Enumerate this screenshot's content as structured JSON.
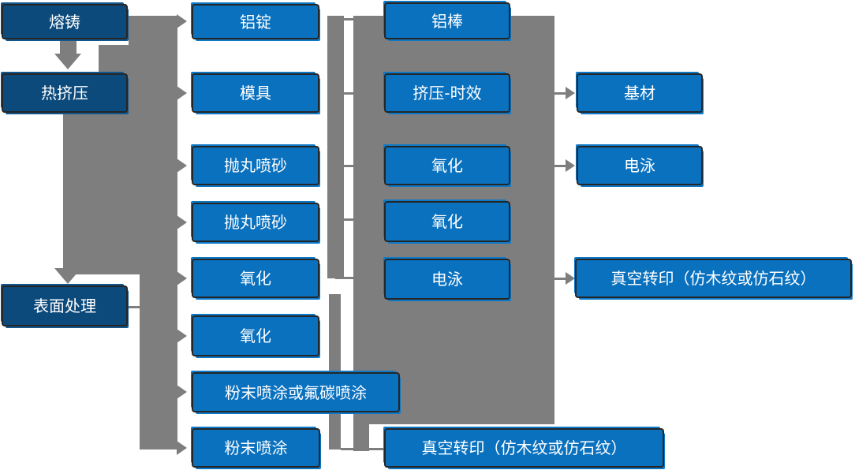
{
  "diagram_type": "flowchart",
  "language": "zh-CN",
  "colors": {
    "process_box_blue": "#0a71bf",
    "stage_box_navy": "#0d4a7c",
    "connector_gray": "#7e7e7e",
    "box_border": "#262626",
    "text": "#ffffff",
    "background": "#ffffff"
  },
  "nodes": {
    "melt_cast": "熔铸",
    "hot_extrusion": "热挤压",
    "surface_treatment": "表面处理",
    "al_ingot": "铝锭",
    "mold": "模具",
    "shot_blasting_1": "抛丸喷砂",
    "shot_blasting_2": "抛丸喷砂",
    "oxidation_1": "氧化",
    "oxidation_2": "氧化",
    "powder_or_fluorocarbon": "粉末喷涂或氟碳喷涂",
    "powder_coating": "粉末喷涂",
    "al_rod": "铝棒",
    "extrusion_aging": "挤压-时效",
    "oxidation_3": "氧化",
    "oxidation_4": "氧化",
    "electrophoresis_1": "电泳",
    "vacuum_transfer_1": "真空转印（仿木纹或仿石纹）",
    "base_material": "基材",
    "electrophoresis_2": "电泳",
    "vacuum_transfer_2": "真空转印（仿木纹或仿石纹）"
  },
  "edges": [
    {
      "from": "melt_cast",
      "to": "hot_extrusion",
      "style": "thick-arrow-down"
    },
    {
      "from": "hot_extrusion",
      "to": "surface_treatment",
      "style": "thick-arrow-down"
    },
    {
      "from": "melt_cast",
      "to": "al_ingot",
      "style": "thick-arrow-right"
    },
    {
      "from": "hot_extrusion",
      "to": "mold",
      "style": "thick-arrow-right"
    },
    {
      "from": "hot_extrusion",
      "to": "shot_blasting_1",
      "style": "thick-arrow-right"
    },
    {
      "from": "hot_extrusion",
      "to": "shot_blasting_2",
      "style": "thick-arrow-right"
    },
    {
      "from": "hot_extrusion",
      "to": "oxidation_1",
      "style": "thick-arrow-right"
    },
    {
      "from": "surface_treatment",
      "to": "oxidation_2",
      "style": "thick-arrow-right"
    },
    {
      "from": "surface_treatment",
      "to": "powder_or_fluorocarbon",
      "style": "thick-arrow-right"
    },
    {
      "from": "surface_treatment",
      "to": "powder_coating",
      "style": "thick-arrow-right"
    },
    {
      "from": "al_ingot",
      "to": "al_rod",
      "style": "thin-link"
    },
    {
      "from": "mold",
      "to": "extrusion_aging",
      "style": "thin-link"
    },
    {
      "from": "shot_blasting_1",
      "to": "oxidation_3",
      "style": "thin-link"
    },
    {
      "from": "shot_blasting_2",
      "to": "oxidation_4",
      "style": "thin-link"
    },
    {
      "from": "oxidation_1",
      "to": "electrophoresis_1",
      "style": "thin-link"
    },
    {
      "from": "powder_coating",
      "to": "vacuum_transfer_1",
      "style": "thin-link"
    },
    {
      "from": "extrusion_aging",
      "to": "base_material",
      "style": "small-arrow-right"
    },
    {
      "from": "oxidation_3",
      "to": "electrophoresis_2",
      "style": "small-arrow-right"
    },
    {
      "from": "electrophoresis_1",
      "to": "vacuum_transfer_2",
      "style": "small-arrow-right"
    }
  ]
}
